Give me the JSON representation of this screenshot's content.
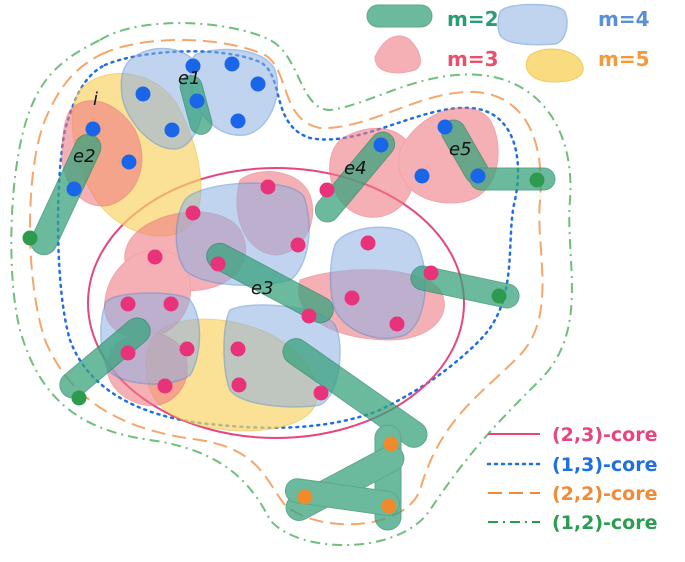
{
  "legend_top": {
    "items": [
      {
        "label": "m=2",
        "color": "#2a9d78",
        "fill": "#3aa37e"
      },
      {
        "label": "m=3",
        "color": "#e8506d",
        "fill": "#f07c84"
      },
      {
        "label": "m=4",
        "color": "#5b8fd6",
        "fill": "#8fb1e3"
      },
      {
        "label": "m=5",
        "color": "#f59a3a",
        "fill": "#f8d56a"
      }
    ]
  },
  "legend_cores": {
    "items": [
      {
        "label": "(2,3)-core",
        "color": "#e6457f",
        "style": "solid"
      },
      {
        "label": "(1,3)-core",
        "color": "#1f6fe0",
        "style": "dotted"
      },
      {
        "label": "(2,2)-core",
        "color": "#f08a36",
        "style": "dashed"
      },
      {
        "label": "(1,2)-core",
        "color": "#2a9d50",
        "style": "dashdot"
      }
    ]
  },
  "edge_labels": {
    "e1": "e1",
    "e2": "e2",
    "e3": "e3",
    "e4": "e4",
    "e5": "e5",
    "i": "i"
  },
  "node_colors": {
    "blue": "#1a66e8",
    "magenta": "#e8327a",
    "green": "#2d9a4e",
    "orange": "#f08a2a"
  }
}
